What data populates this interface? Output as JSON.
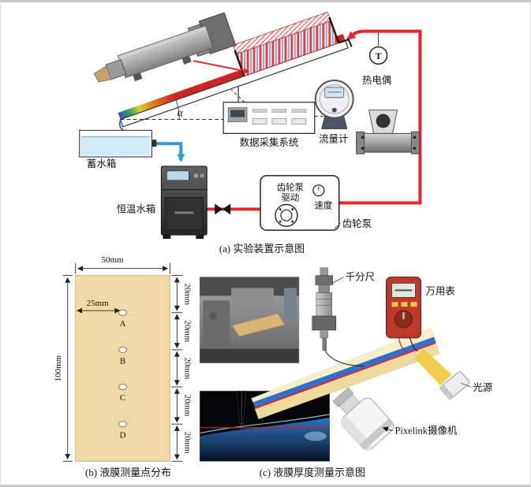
{
  "figure": {
    "panel_a": {
      "caption": "(a) 实验装置示意图",
      "alpha": "α",
      "reservoir": "蓄水箱",
      "thermostat": "恒温水箱",
      "daq": "数据采集系统",
      "flow_meter": "流量计",
      "thermocouple": "热电偶",
      "thermocouple_symbol": "T",
      "pump_drive_line1": "齿轮泵",
      "pump_drive_line2": "驱动",
      "speed_knob": "速度",
      "gear_pump": "齿轮泵"
    },
    "panel_b": {
      "caption": "(b) 液膜测量点分布",
      "plate_width": "50mm",
      "point_offset": "25mm",
      "plate_height": "100mm",
      "points": [
        "A",
        "B",
        "C",
        "D"
      ],
      "segments": [
        "20mm",
        "20mm",
        "20mm",
        "20mm",
        "20mm"
      ]
    },
    "panel_c": {
      "caption": "(c) 液膜厚度测量示意图",
      "micrometer": "千分尺",
      "multimeter": "万用表",
      "light_source": "光源",
      "camera": "Pixelink摄像机"
    },
    "colors": {
      "pipe_hot": "#e8262a",
      "pipe_cold": "#2e9bd6",
      "plate_tan": "#f0d9a6",
      "film_blue": "#2f6fd0"
    }
  }
}
